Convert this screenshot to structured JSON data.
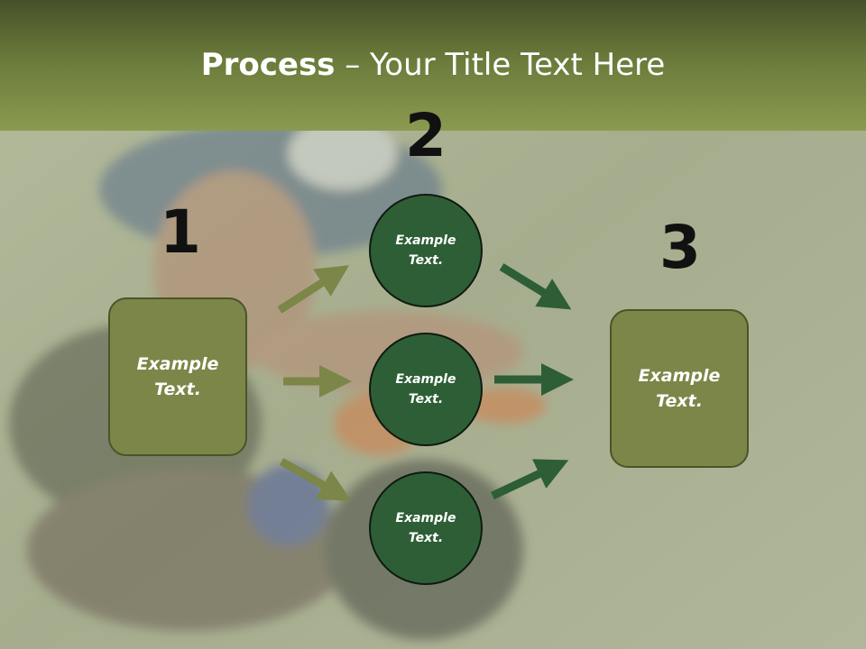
{
  "title": {
    "bold": "Process",
    "rest": " – Your Title Text Here"
  },
  "steps": [
    {
      "number": "1",
      "text": "Example Text."
    },
    {
      "number": "2",
      "circles": [
        "Example Text.",
        "Example Text.",
        "Example Text."
      ]
    },
    {
      "number": "3",
      "text": "Example Text."
    }
  ],
  "colors": {
    "title_bar": "#6a7a3a",
    "box_fill": "#7b8648",
    "circle_fill": "#2e5e36",
    "arrow_left": "#7b8648",
    "arrow_right": "#2e5e36"
  }
}
